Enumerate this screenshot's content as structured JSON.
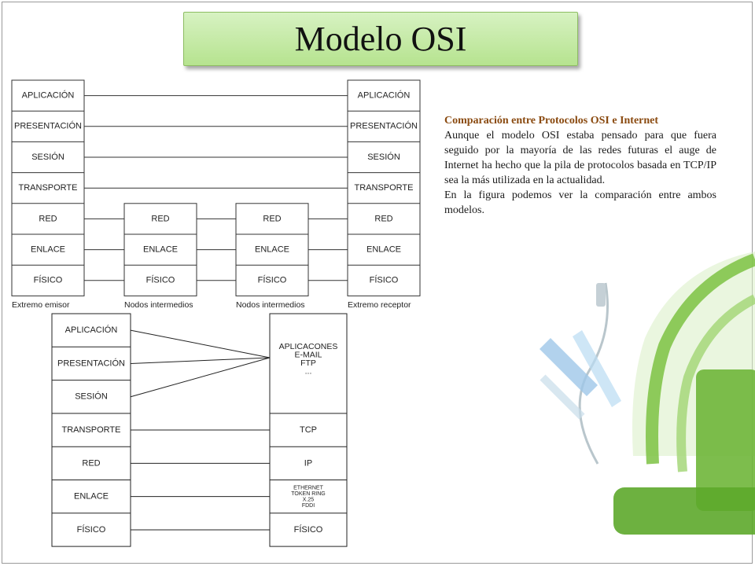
{
  "slide": {
    "title": "Modelo OSI"
  },
  "description": {
    "heading": "Comparación entre Protocolos OSI e Internet",
    "paragraph1": "Aunque el modelo OSI estaba pensado para que fuera seguido por la mayoría de las redes futuras el auge de Internet ha hecho que la pila de protocolos basada en TCP/IP sea la más utilizada en la actualidad.",
    "paragraph2": "En la figura podemos ver la comparación entre ambos modelos."
  },
  "osi_diagram": {
    "end_stack_layers": [
      "APLICACIÓN",
      "PRESENTACIÓN",
      "SESIÓN",
      "TRANSPORTE",
      "RED",
      "ENLACE",
      "FÍSICO"
    ],
    "intermediate_stack_layers": [
      "RED",
      "ENLACE",
      "FÍSICO"
    ],
    "captions": [
      "Extremo emisor",
      "Nodos intermedios",
      "Nodos intermedios",
      "Extremo receptor"
    ]
  },
  "tcp_diagram": {
    "osi_layers": [
      "APLICACIÓN",
      "PRESENTACIÓN",
      "SESIÓN",
      "TRANSPORTE",
      "RED",
      "ENLACE",
      "FÍSICO"
    ],
    "application_block": [
      "APLICACONES",
      "E-MAIL",
      "FTP",
      "..."
    ],
    "transport": "TCP",
    "network": "IP",
    "link_block": [
      "ETHERNET",
      "TOKEN RING",
      "X.25",
      "FDDI"
    ],
    "physical": "FÍSICO"
  },
  "colors": {
    "title_green": "#b6e38f",
    "heading_brown": "#8a4a10",
    "deco_green": "#7cc243"
  }
}
